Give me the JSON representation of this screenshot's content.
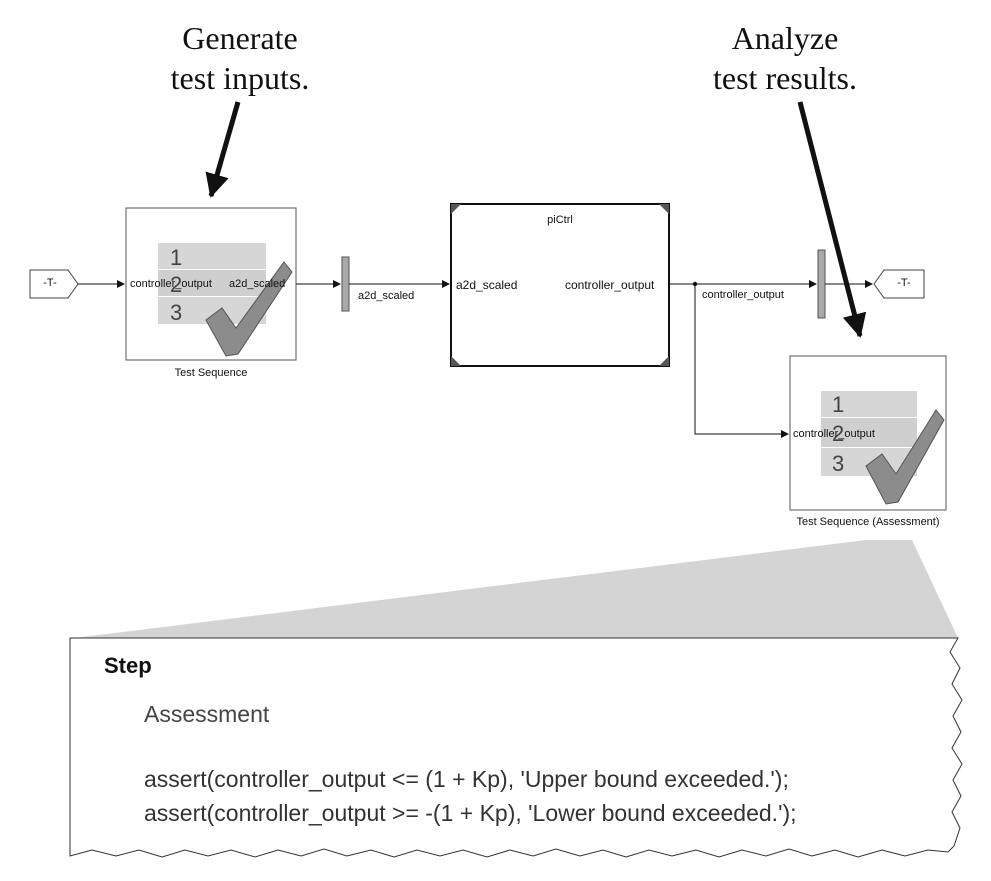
{
  "annotations": {
    "generate": [
      "Generate",
      "test inputs."
    ],
    "analyze": [
      "Analyze",
      "test results."
    ]
  },
  "from_tag": "-T-",
  "goto_tag": "-T-",
  "test_sequence": {
    "name": "Test Sequence",
    "steps": [
      "1",
      "2",
      "3"
    ],
    "input_port": "controller_output",
    "output_port": "a2d_scaled"
  },
  "signal_a2d": "a2d_scaled",
  "pictrl": {
    "title": "piCtrl",
    "input_port": "a2d_scaled",
    "output_port": "controller_output"
  },
  "signal_controller": "controller_output",
  "assessment_block": {
    "name": "Test Sequence (Assessment)",
    "steps": [
      "1",
      "2",
      "3"
    ],
    "input_port": "controller_output"
  },
  "step_panel": {
    "header": "Step",
    "step_name": "Assessment",
    "code_lines": [
      "assert(controller_output <= (1 + Kp), 'Upper bound exceeded.');",
      "assert(controller_output >= -(1 + Kp), 'Lower bound exceeded.');"
    ]
  },
  "colors": {
    "block_border": "#555555",
    "step_fill": "#d4d4d4",
    "checkmark": "#8a8a8a",
    "callout": "#c8c8c8"
  }
}
